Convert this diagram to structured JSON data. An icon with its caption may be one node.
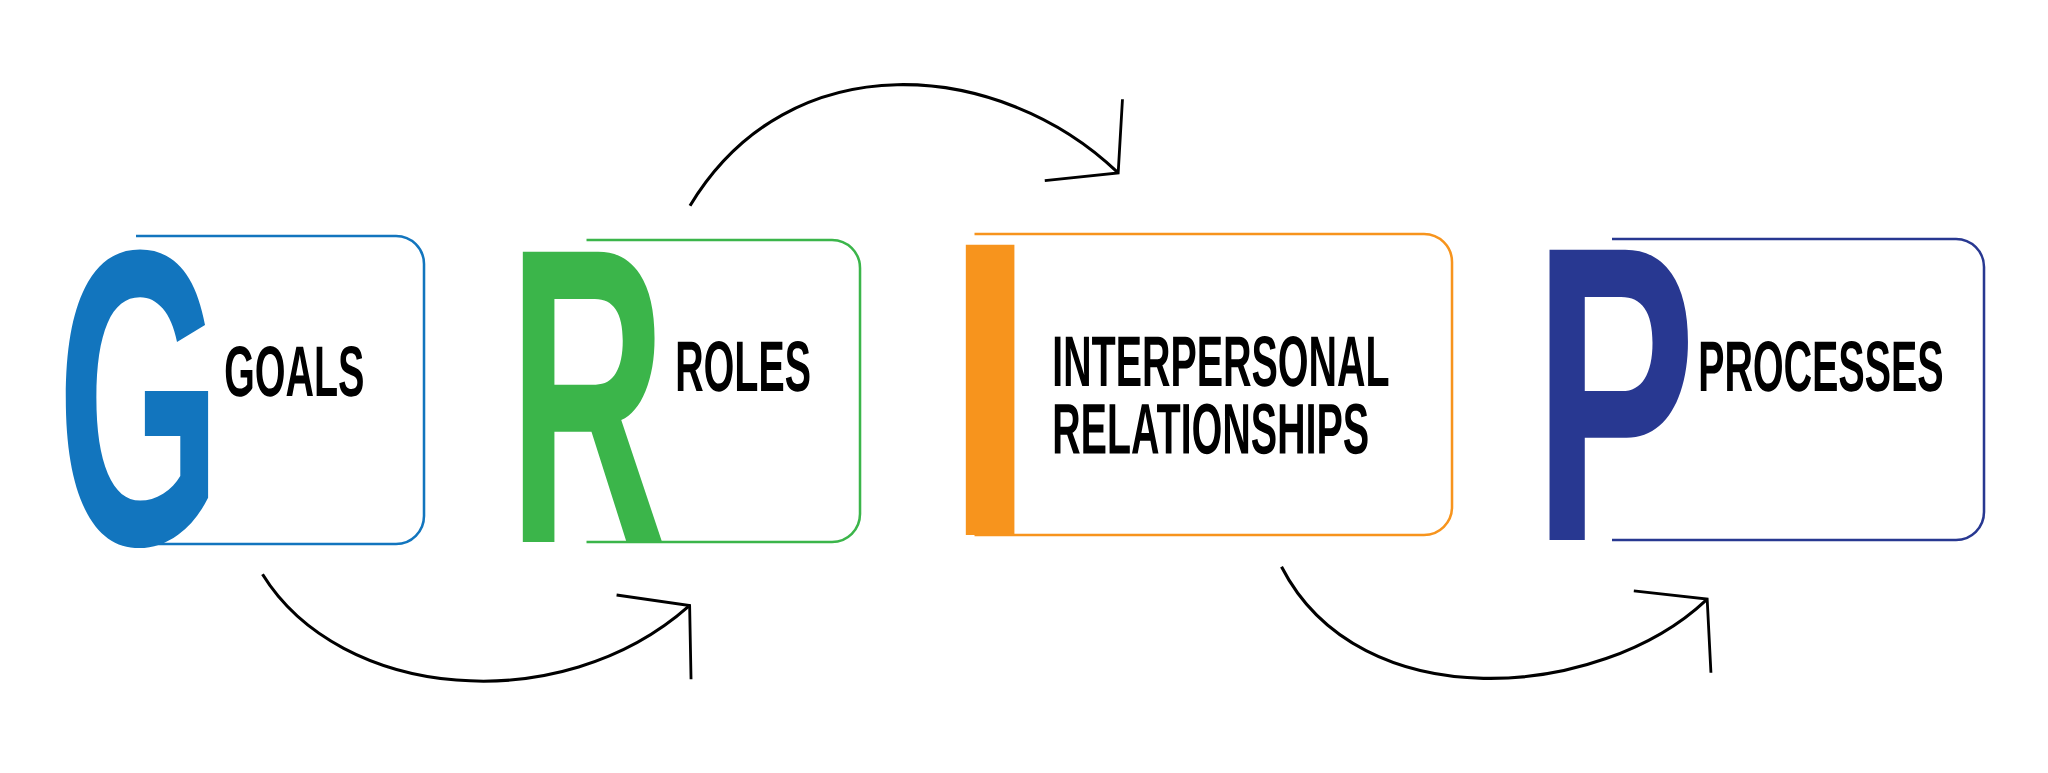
{
  "diagram": {
    "nodes": [
      {
        "text": [
          "G",
          "GOALS"
        ]
      },
      {
        "text": [
          "R",
          "ROLES"
        ]
      },
      {
        "text": [
          "I",
          "INTERPERSONAL RELATIONSHIPS"
        ]
      },
      {
        "text": [
          "P",
          "PROCESSES"
        ]
      }
    ],
    "edges": [
      {
        "from": 0,
        "to": 1,
        "arrow": "to"
      },
      {
        "from": 1,
        "to": 2,
        "arrow": "to"
      },
      {
        "from": 2,
        "to": 3,
        "arrow": "to"
      }
    ]
  }
}
